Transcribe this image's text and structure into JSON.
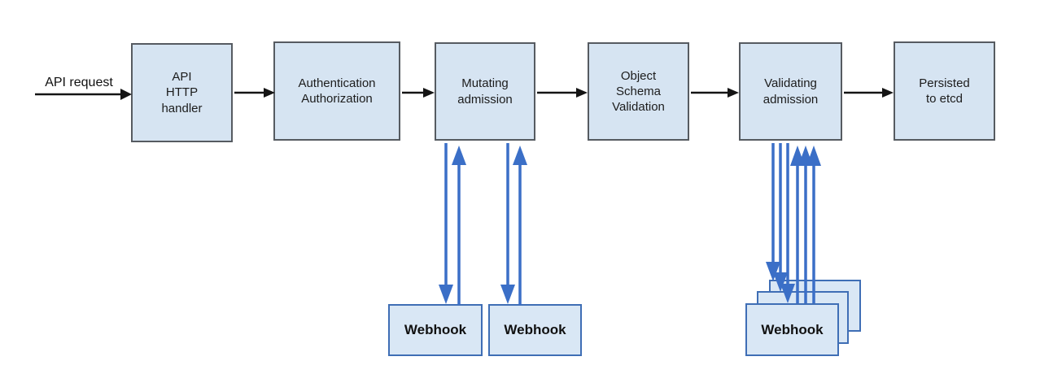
{
  "api_request": {
    "label": "API request"
  },
  "pipeline": [
    {
      "id": "api-http-handler",
      "label": "API\nHTTP\nhandler"
    },
    {
      "id": "authentication-authorization",
      "label": "Authentication\nAuthorization"
    },
    {
      "id": "mutating-admission",
      "label": "Mutating\nadmission"
    },
    {
      "id": "object-schema-validation",
      "label": "Object\nSchema\nValidation"
    },
    {
      "id": "validating-admission",
      "label": "Validating\nadmission"
    },
    {
      "id": "persisted-to-etcd",
      "label": "Persisted\nto etcd"
    }
  ],
  "webhooks": {
    "mutating": [
      {
        "label": "Webhook"
      },
      {
        "label": "Webhook"
      }
    ],
    "validating": [
      {
        "label": "Webhook"
      },
      {
        "label": "Webhook"
      },
      {
        "label": "Webhook"
      }
    ]
  },
  "colors": {
    "box_fill": "#d6e4f2",
    "box_border_gray": "#565b61",
    "webhook_border": "#3f6eb5",
    "arrow_blue": "#3b6fc7",
    "arrow_black": "#141414"
  }
}
